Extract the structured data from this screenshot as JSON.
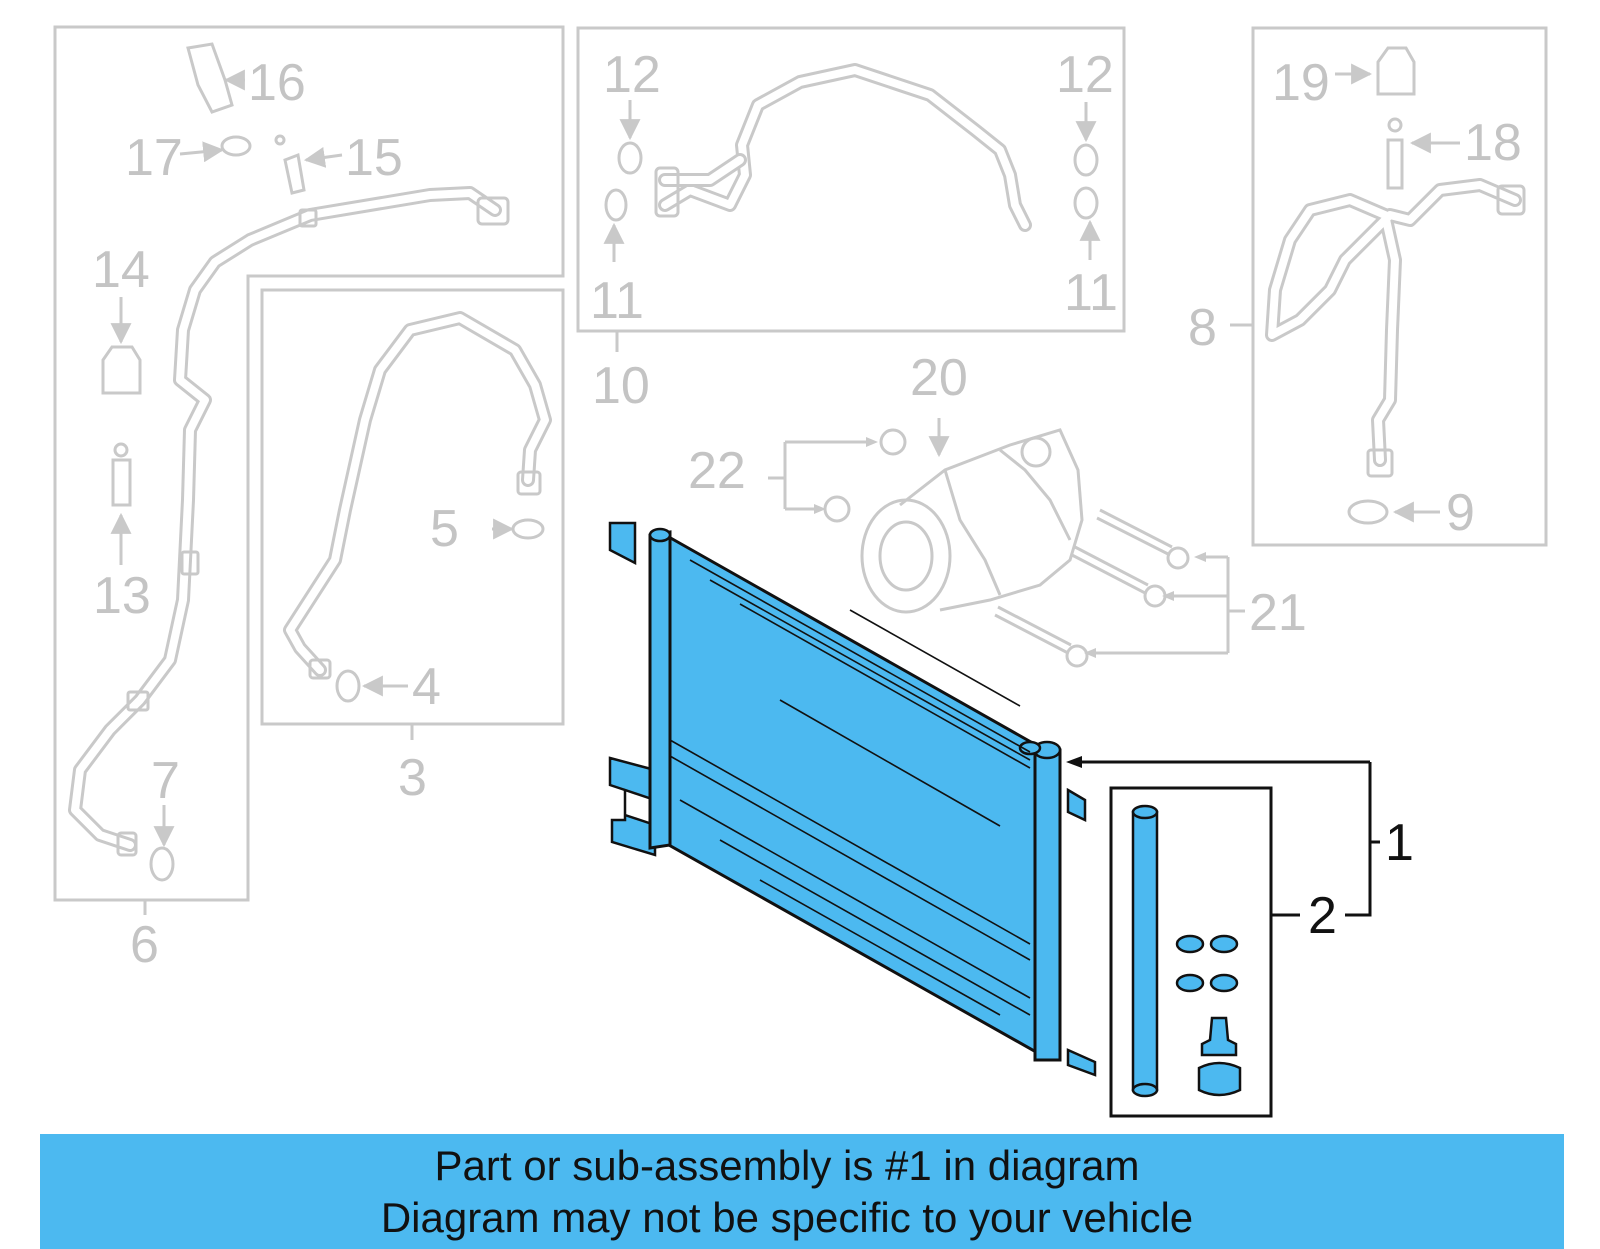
{
  "banner": {
    "line1": "Part or sub-assembly is #1 in diagram",
    "line2": "Diagram may not be specific to your vehicle"
  },
  "callouts": {
    "c1": "1",
    "c2": "2",
    "c3": "3",
    "c4": "4",
    "c5": "5",
    "c6": "6",
    "c7": "7",
    "c8": "8",
    "c9": "9",
    "c10": "10",
    "c11a": "11",
    "c11b": "11",
    "c12a": "12",
    "c12b": "12",
    "c13": "13",
    "c14": "14",
    "c15": "15",
    "c16": "16",
    "c17": "17",
    "c18": "18",
    "c19": "19",
    "c20": "20",
    "c21": "21",
    "c22": "22"
  },
  "colors": {
    "highlight": "#4cb9f0",
    "faded_part": "#c9c9c9",
    "active_outline": "#111111"
  }
}
